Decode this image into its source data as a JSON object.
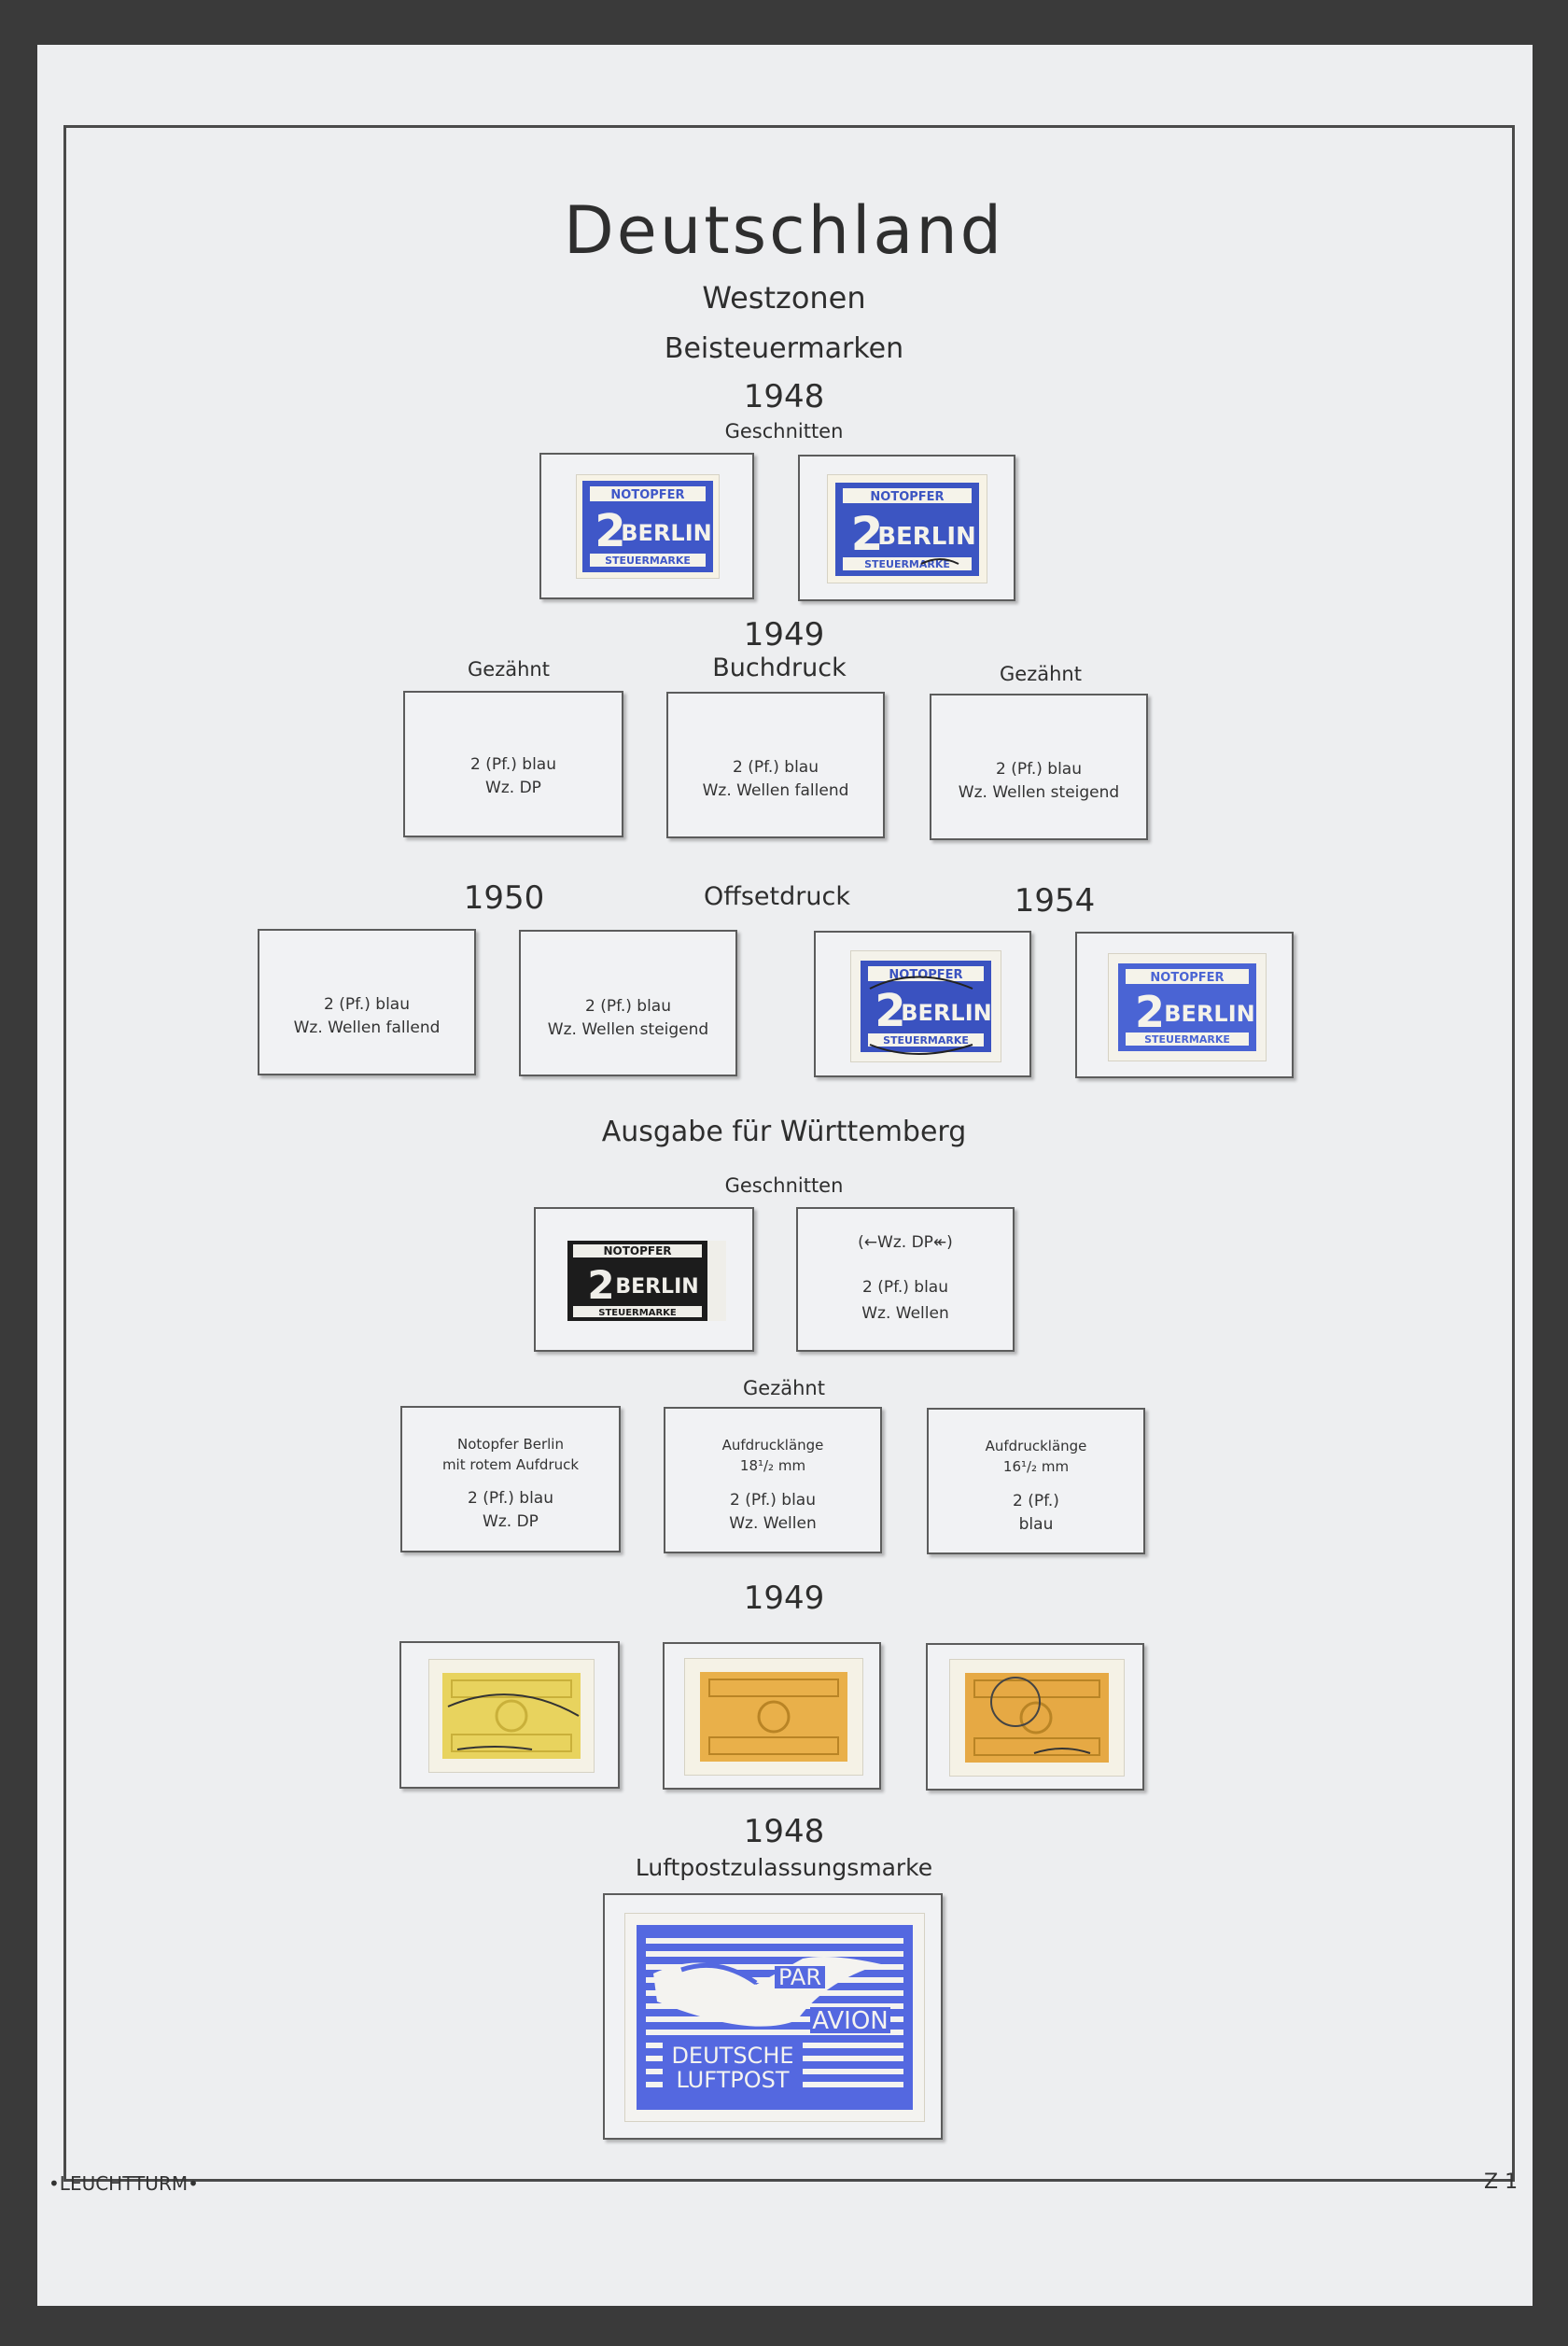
{
  "header": {
    "title": "Deutschland",
    "subtitle": "Westzonen",
    "section": "Beisteuermarken"
  },
  "block1948": {
    "year": "1948",
    "label": "Geschnitten"
  },
  "block1949": {
    "year": "1949",
    "label_left": "Gezähnt",
    "label_center": "Buchdruck",
    "label_right": "Gezähnt",
    "slot1": {
      "line1": "2 (Pf.)   blau",
      "line2": "Wz. DP"
    },
    "slot2": {
      "line1": "2 (Pf.)   blau",
      "line2": "Wz. Wellen fallend"
    },
    "slot3": {
      "line1": "2 (Pf.)   blau",
      "line2": "Wz. Wellen steigend"
    }
  },
  "block1950": {
    "year": "1950",
    "label": "Offsetdruck",
    "year2": "1954",
    "slot1": {
      "line1": "2 (Pf.)   blau",
      "line2": "Wz. Wellen fallend"
    },
    "slot2": {
      "line1": "2 (Pf.)   blau",
      "line2": "Wz. Wellen steigend"
    }
  },
  "wuerttemberg": {
    "heading": "Ausgabe für Württemberg",
    "label_cut": "Geschnitten",
    "slot_cut": {
      "line0": "(←Wz. DP↞)",
      "line1": "2 (Pf.)   blau",
      "line2": "Wz. Wellen"
    },
    "label_perf": "Gezähnt",
    "slotA": {
      "l1": "Notopfer Berlin",
      "l2": "mit rotem Aufdruck",
      "l3": "2 (Pf.)   blau",
      "l4": "Wz. DP"
    },
    "slotB": {
      "l1": "Aufdrucklänge",
      "l2": "18¹/₂ mm",
      "l3": "2 (Pf.)   blau",
      "l4": "Wz. Wellen"
    },
    "slotC": {
      "l1": "Aufdrucklänge",
      "l2": "16¹/₂ mm",
      "l3": "2 (Pf.)",
      "l4": "blau"
    }
  },
  "block1949b": {
    "year": "1949"
  },
  "luftpost": {
    "year": "1948",
    "label": "Luftpostzulassungsmarke"
  },
  "stamp_text": {
    "notopfer": "NOTOPFER",
    "value": "2",
    "berlin": "BERLIN",
    "steuermarke": "STEUERMARKE",
    "par": "PAR",
    "avion": "AVION",
    "deutsche": "DEUTSCHE",
    "luftpost": "LUFTPOST"
  },
  "colors": {
    "stamp_blue": "#3f57c8",
    "stamp_yellow": "#e8cf5a",
    "stamp_orange": "#e7ae45",
    "stamp_black": "#1c1c1c"
  },
  "footer": {
    "brand": "•LEUCHTTURM•",
    "page_code": "Z 1"
  }
}
